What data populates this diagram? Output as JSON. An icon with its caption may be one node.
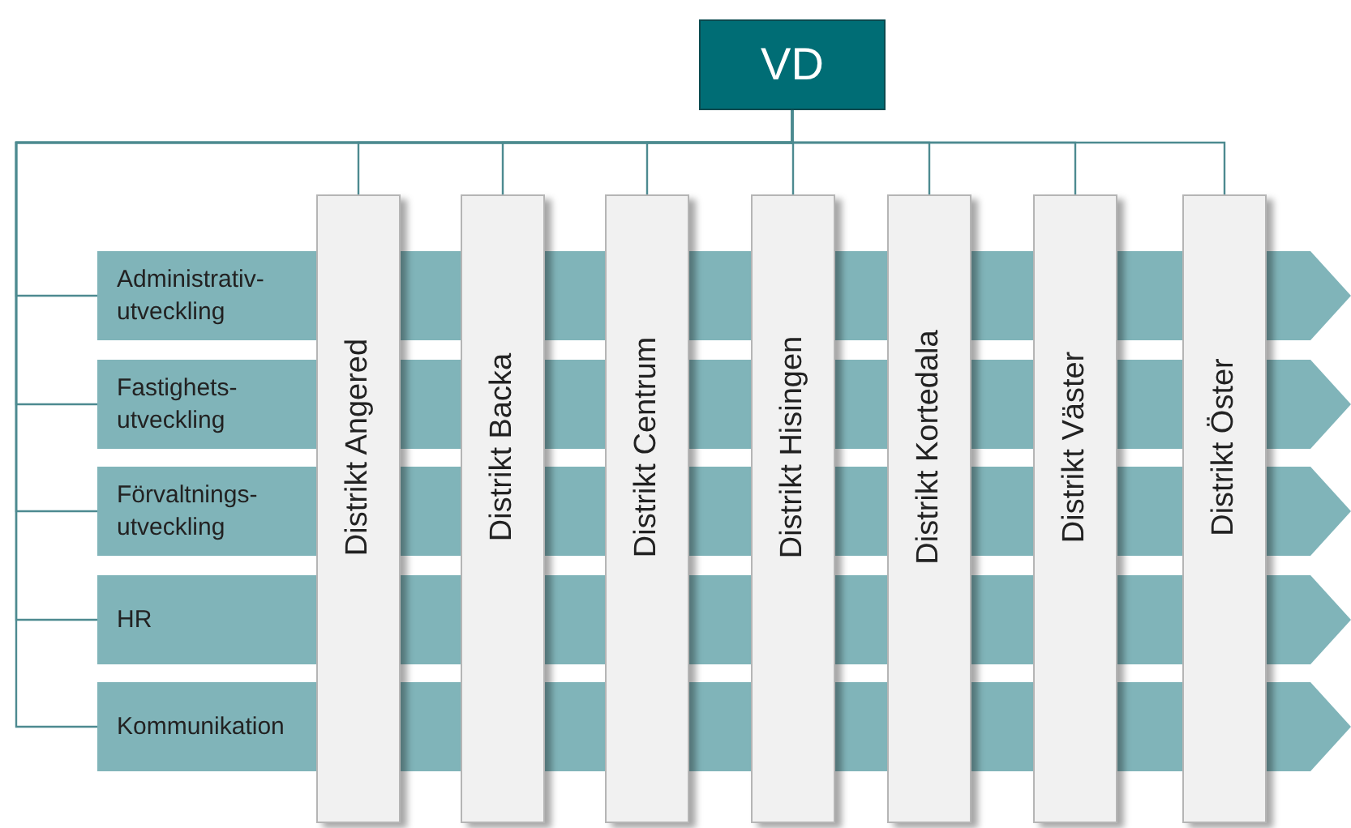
{
  "diagram": {
    "nodes": [
      {
        "text": [
          "VD"
        ]
      },
      {
        "text": [
          "Distrikt Angered"
        ]
      },
      {
        "text": [
          "Distrikt Backa"
        ]
      },
      {
        "text": [
          "Distrikt Centrum"
        ]
      },
      {
        "text": [
          "Distrikt Hisingen"
        ]
      },
      {
        "text": [
          "Distrikt Kortedala"
        ]
      },
      {
        "text": [
          "Distrikt Väster"
        ]
      },
      {
        "text": [
          "Distrikt Öster"
        ]
      },
      {
        "text": [
          "Administrativ- utveckling"
        ]
      },
      {
        "text": [
          "Fastighets- utveckling"
        ]
      },
      {
        "text": [
          "Förvaltnings- utveckling"
        ]
      },
      {
        "text": [
          "HR"
        ]
      },
      {
        "text": [
          "Kommunikation"
        ]
      }
    ],
    "edges": [
      {
        "from": 0,
        "to": 1,
        "arrow": "none"
      },
      {
        "from": 0,
        "to": 2,
        "arrow": "none"
      },
      {
        "from": 0,
        "to": 3,
        "arrow": "none"
      },
      {
        "from": 0,
        "to": 4,
        "arrow": "none"
      },
      {
        "from": 0,
        "to": 5,
        "arrow": "none"
      },
      {
        "from": 0,
        "to": 6,
        "arrow": "none"
      },
      {
        "from": 0,
        "to": 7,
        "arrow": "none"
      },
      {
        "from": 0,
        "to": 8,
        "arrow": "none"
      },
      {
        "from": 0,
        "to": 9,
        "arrow": "none"
      },
      {
        "from": 0,
        "to": 10,
        "arrow": "none"
      },
      {
        "from": 0,
        "to": 11,
        "arrow": "none"
      },
      {
        "from": 0,
        "to": 12,
        "arrow": "none"
      }
    ]
  }
}
